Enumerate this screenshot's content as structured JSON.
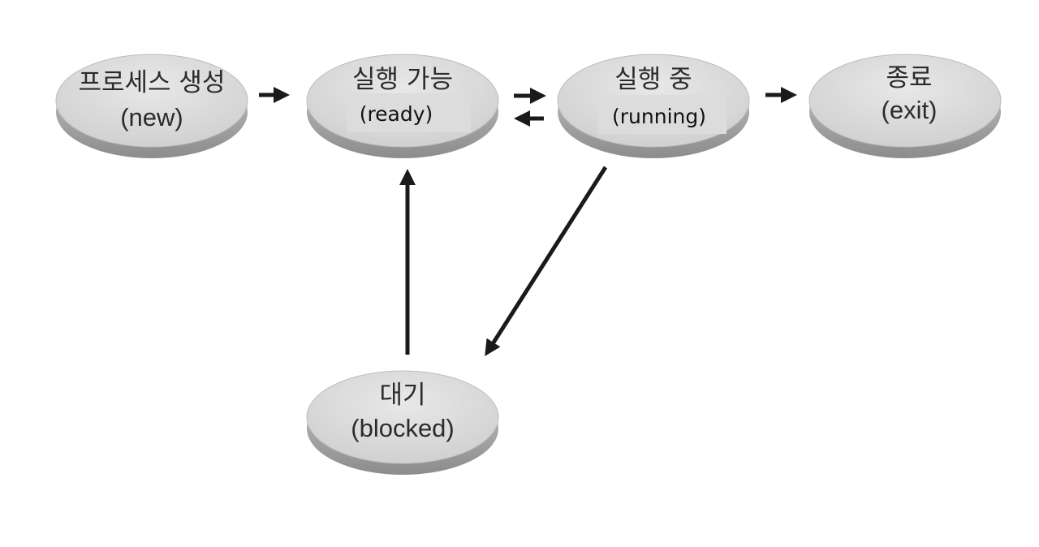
{
  "states": {
    "new": {
      "name": "프로세스 생성",
      "code": "(new)"
    },
    "ready": {
      "name": "실행 가능",
      "code": "(ready)"
    },
    "running": {
      "name": "실행 중",
      "code": "(running)"
    },
    "exit": {
      "name": "종료",
      "code": "(exit)"
    },
    "blocked": {
      "name": "대기",
      "code": "(blocked)"
    }
  },
  "colors": {
    "disc_top": "#d6d6d6",
    "disc_edge": "#9a9a9a",
    "arrow": "#1a1a1a",
    "text": "#2b2b2b"
  }
}
